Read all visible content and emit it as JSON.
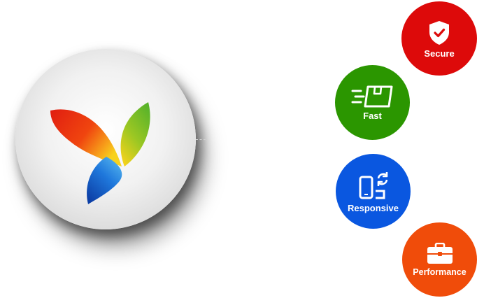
{
  "colors": {
    "secure": "#dd0a0a",
    "fast": "#2b9600",
    "responsive": "#0a57e0",
    "performance": "#f04c0a",
    "logo_red": "#e52612",
    "logo_orange": "#f59a0d",
    "logo_green": "#61b72a",
    "logo_blue": "#1f72d8"
  },
  "logo": {
    "icon": "yii-framework-logo"
  },
  "features": [
    {
      "label": "Secure",
      "icon": "shield-check-icon"
    },
    {
      "label": "Fast",
      "icon": "fast-delivery-box-icon"
    },
    {
      "label": "Responsive",
      "icon": "rotate-device-icon"
    },
    {
      "label": "Performance",
      "icon": "briefcase-icon"
    }
  ]
}
